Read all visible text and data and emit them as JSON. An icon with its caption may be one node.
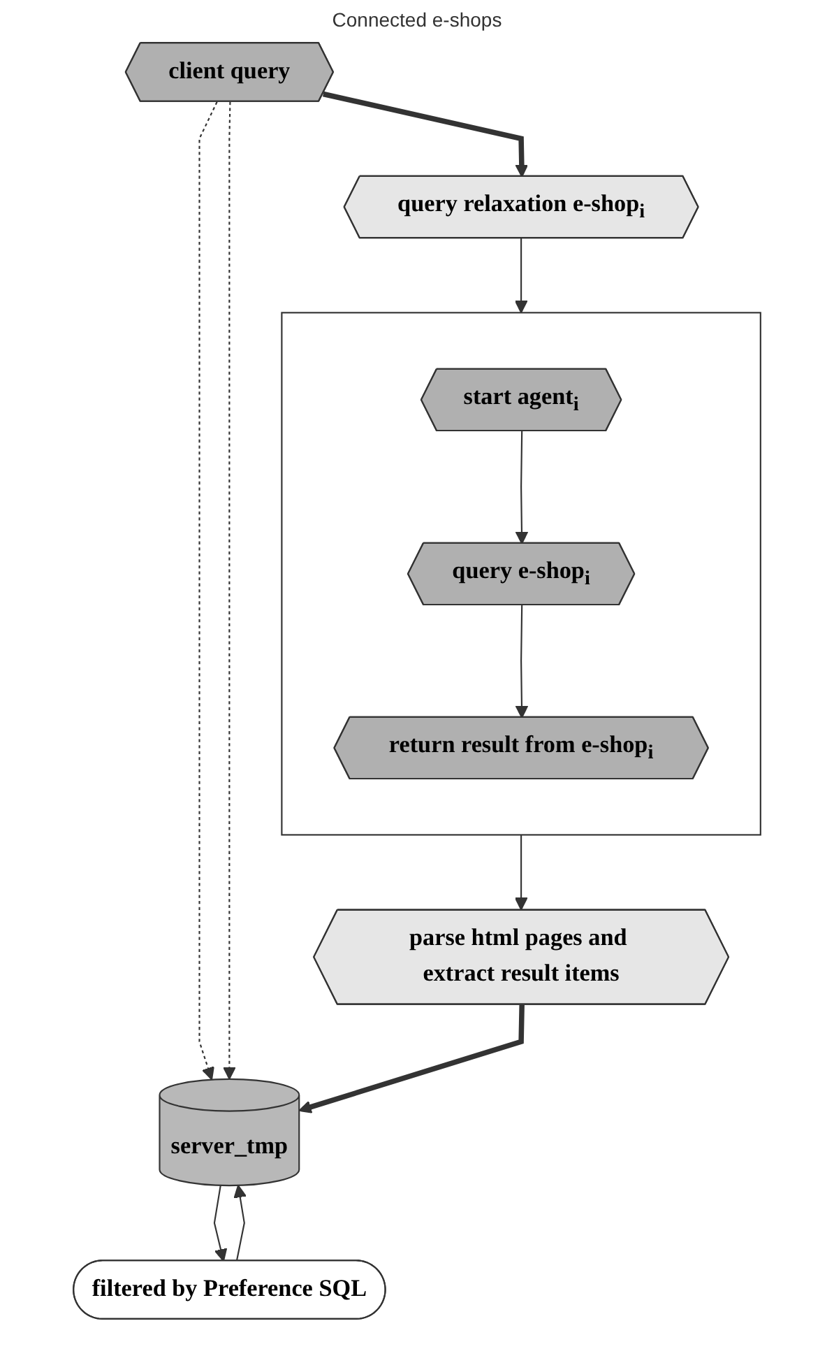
{
  "diagram": {
    "nodes": [
      {
        "text": [
          "client query"
        ]
      },
      {
        "text": [
          "query relaxation e-shop$_{i}$"
        ]
      },
      {
        "text": [],
        "shape": "box"
      },
      {
        "text": [
          "start agent$_{i}$"
        ],
        "in": 2
      },
      {
        "text": [
          "query e-shop$_{i}$"
        ],
        "in": 2
      },
      {
        "text": [
          "return result from e-shop$_{i}$"
        ],
        "in": 2
      },
      {
        "text": [
          "parse html pages and extract result items"
        ]
      },
      {
        "text": [
          "server_tmp"
        ]
      },
      {
        "text": [
          "filtered by Preference SQL"
        ]
      }
    ],
    "edges": [
      {
        "from": 0,
        "to": 1,
        "arrow": "to",
        "style": "thick"
      },
      {
        "from": 0,
        "to": 7,
        "arrow": "to",
        "style": "dashed"
      },
      {
        "from": 0,
        "to": 7,
        "arrow": "to",
        "style": "dashed"
      },
      {
        "from": 1,
        "to": 2,
        "arrow": "to"
      },
      {
        "from": 3,
        "to": 4,
        "arrow": "to"
      },
      {
        "from": 4,
        "to": 5,
        "arrow": "to"
      },
      {
        "from": 2,
        "to": 6,
        "arrow": "to"
      },
      {
        "from": 6,
        "to": 7,
        "arrow": "to",
        "style": "thick"
      },
      {
        "from": 8,
        "to": 7,
        "arrow": "to"
      },
      {
        "from": 7,
        "to": 8,
        "arrow": "to"
      }
    ],
    "labels": [
      "Connected e-shops"
    ]
  }
}
